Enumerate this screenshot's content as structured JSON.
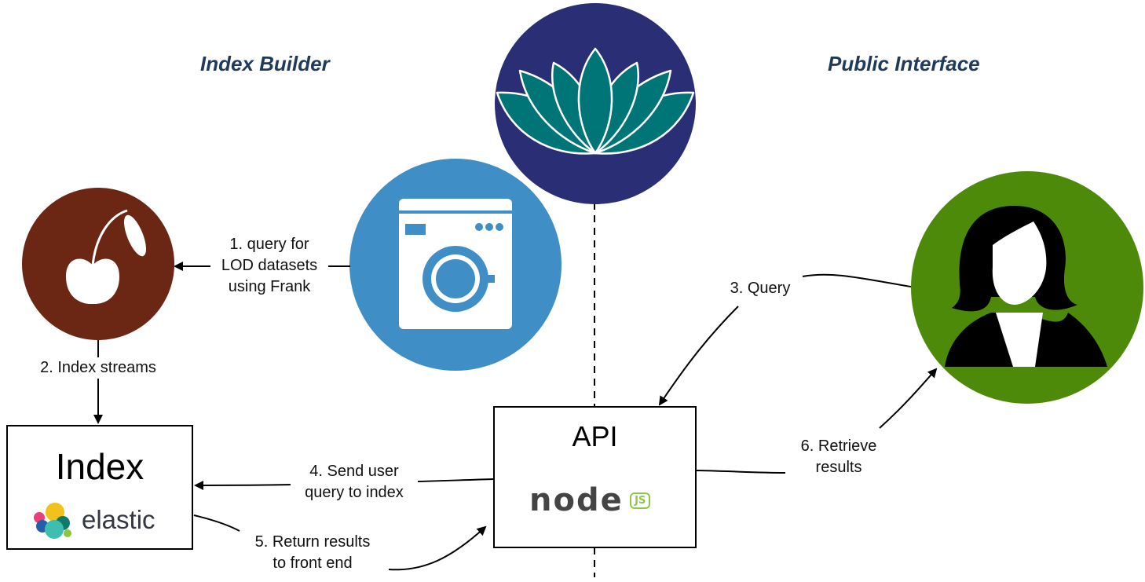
{
  "headings": {
    "index_builder": "Index Builder",
    "public_interface": "Public Interface"
  },
  "boxes": {
    "index": {
      "title": "Index",
      "logo_text": "elastic"
    },
    "api": {
      "title": "API",
      "logo_text": "node",
      "logo_badge": "JS"
    }
  },
  "steps": {
    "step1": [
      "1. query for",
      "LOD datasets",
      "using Frank"
    ],
    "step2": "2. Index streams",
    "step3": "3. Query",
    "step4": [
      "4. Send user",
      "query to index"
    ],
    "step5": [
      "5. Return results",
      "to front end"
    ],
    "step6": [
      "6. Retrieve",
      "results"
    ]
  },
  "colors": {
    "lotus_bg": "#2a2e74",
    "lotus_petal": "#007578",
    "cherry_bg": "#6b2713",
    "washer_bg": "#3f8fc6",
    "user_bg": "#4e8a0a",
    "heading": "#1f3a5a"
  },
  "icons": [
    "lotus-icon",
    "cherry-icon",
    "washing-machine-icon",
    "user-silhouette-icon",
    "elastic-logo-icon",
    "nodejs-logo-icon"
  ]
}
